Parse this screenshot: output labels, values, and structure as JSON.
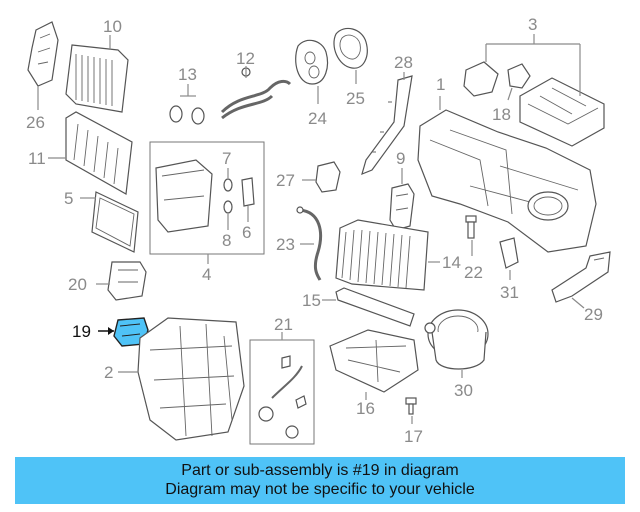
{
  "callouts": {
    "n1": "1",
    "n2": "2",
    "n3": "3",
    "n4": "4",
    "n5": "5",
    "n6": "6",
    "n7": "7",
    "n8": "8",
    "n9": "9",
    "n10": "10",
    "n11": "11",
    "n12": "12",
    "n13": "13",
    "n14": "14",
    "n15": "15",
    "n16": "16",
    "n17": "17",
    "n18": "18",
    "n19": "19",
    "n20": "20",
    "n21": "21",
    "n22": "22",
    "n23": "23",
    "n24": "24",
    "n25": "25",
    "n26": "26",
    "n27": "27",
    "n28": "28",
    "n29": "29",
    "n30": "30",
    "n31": "31"
  },
  "highlight": {
    "part": "19",
    "color": "#4fc3f7"
  },
  "caption": {
    "line1": "Part or sub-assembly is #19 in diagram",
    "line2": "Diagram may not be specific to your vehicle",
    "background": "#4fc3f7"
  }
}
